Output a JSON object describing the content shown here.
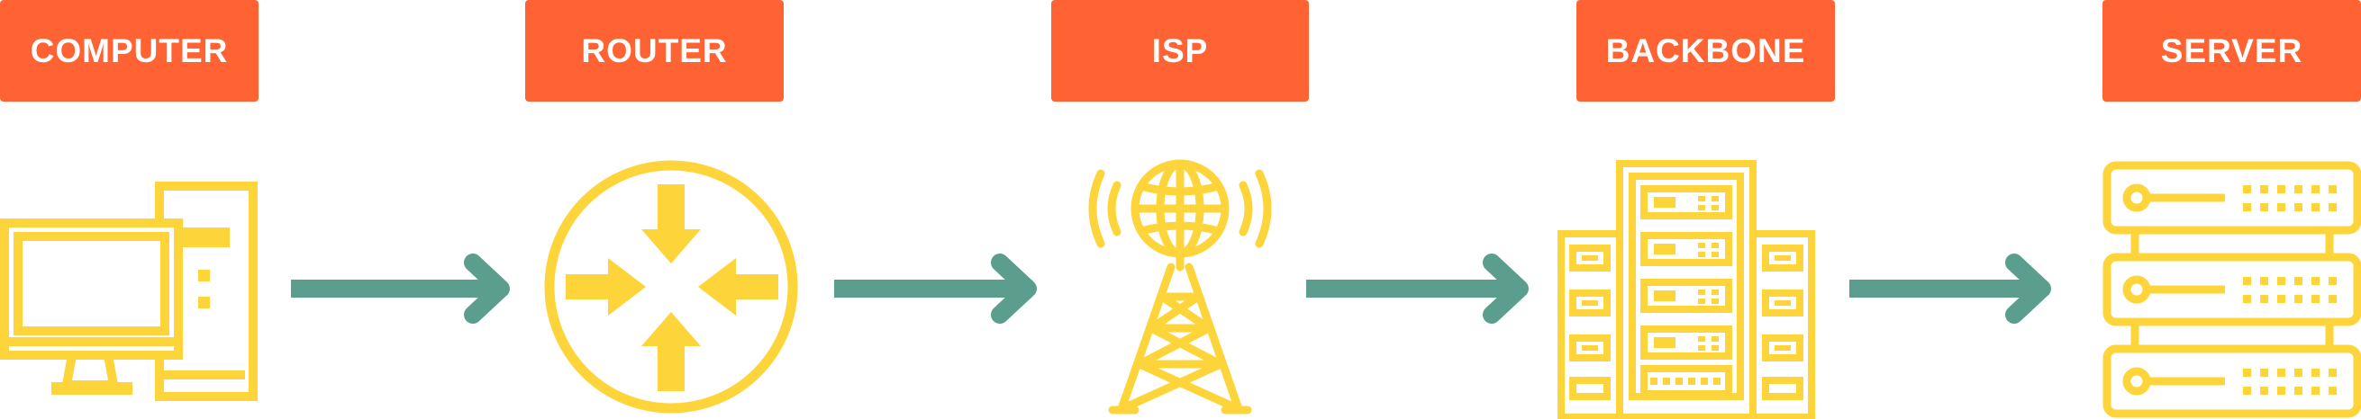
{
  "colors": {
    "label_bg": "#FF6333",
    "label_text": "#FFFFFF",
    "icon": "#FDD53B",
    "arrow": "#5B9E8E"
  },
  "nodes": [
    {
      "label": "COMPUTER",
      "icon": "desktop-computer-icon"
    },
    {
      "label": "ROUTER",
      "icon": "router-icon"
    },
    {
      "label": "ISP",
      "icon": "radio-tower-icon"
    },
    {
      "label": "BACKBONE",
      "icon": "server-rack-icon"
    },
    {
      "label": "SERVER",
      "icon": "server-stack-icon"
    }
  ],
  "connections": [
    {
      "from": "COMPUTER",
      "to": "ROUTER"
    },
    {
      "from": "ROUTER",
      "to": "ISP"
    },
    {
      "from": "ISP",
      "to": "BACKBONE"
    },
    {
      "from": "BACKBONE",
      "to": "SERVER"
    }
  ]
}
